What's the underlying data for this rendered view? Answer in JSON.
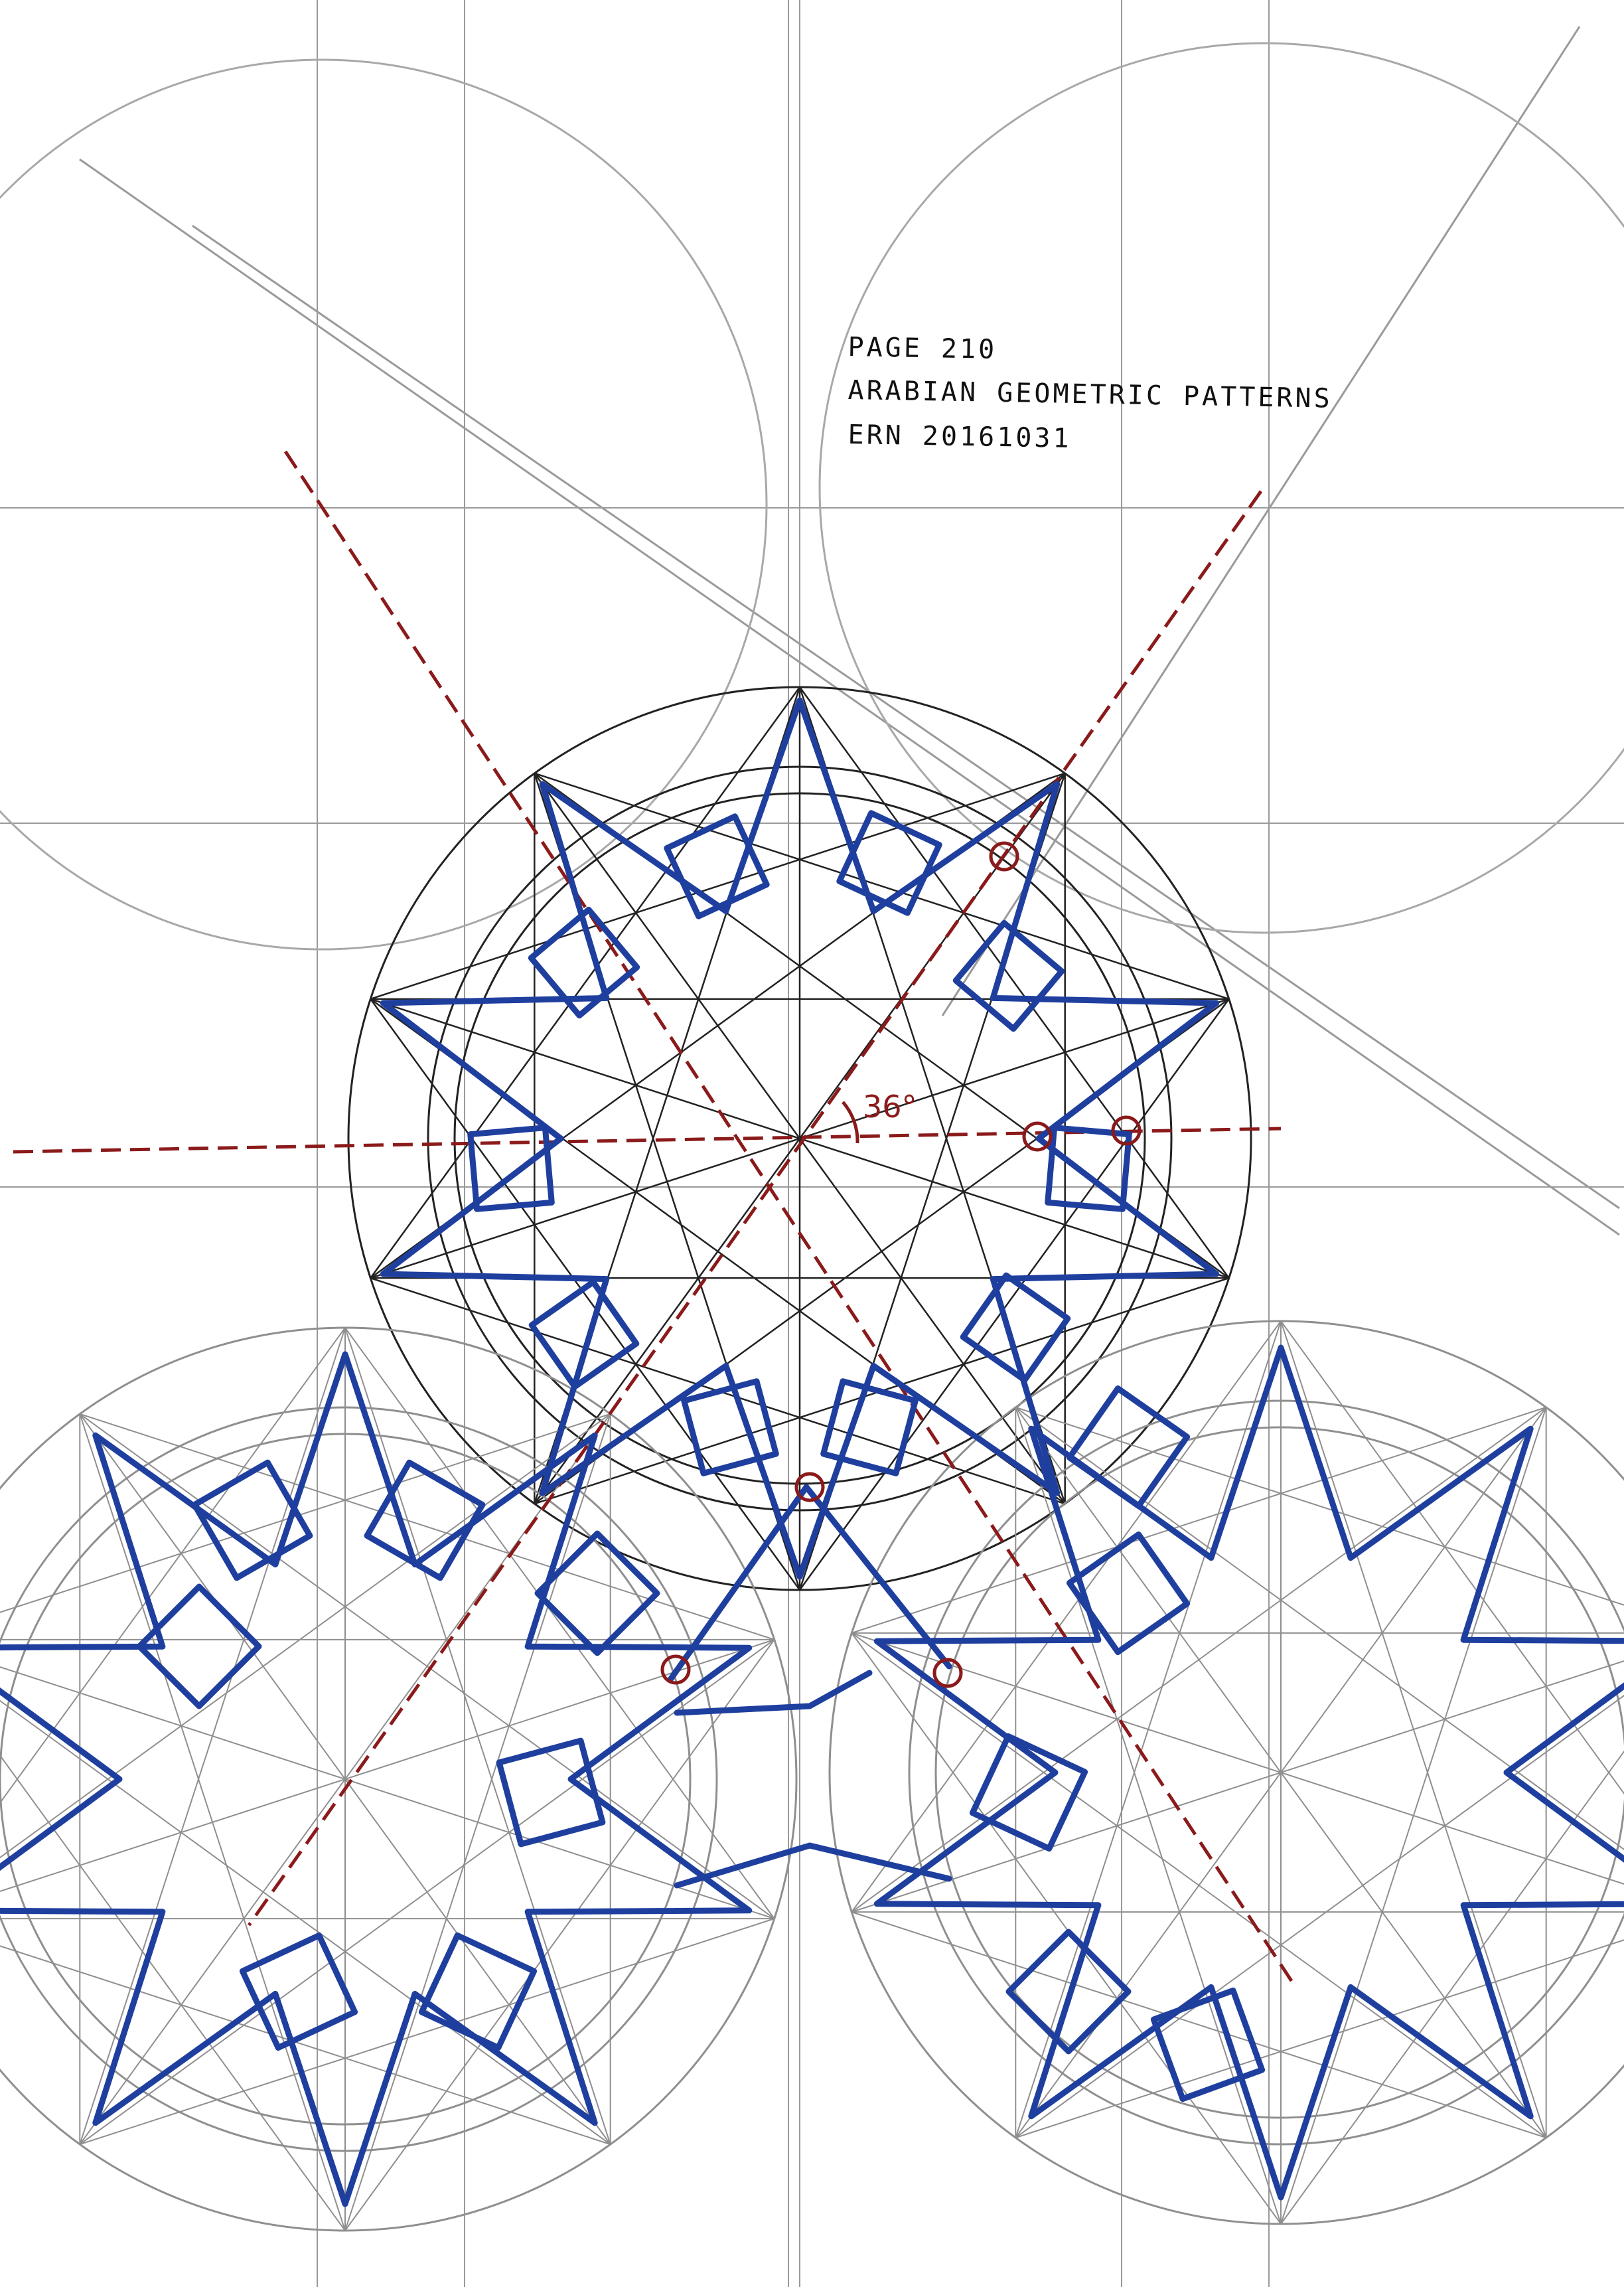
{
  "annotation": {
    "line1": "PAGE 210",
    "line2": "ARABIAN GEOMETRIC PATTERNS",
    "line3": "ERN 20161031"
  },
  "angle_label": "36°",
  "colors": {
    "paper": "#ffffff",
    "construction_pencil": "#9a9a9a",
    "construction_ink": "#222222",
    "pattern_ink": "#1f3f9f",
    "guide_red": "#8b1a1a"
  }
}
